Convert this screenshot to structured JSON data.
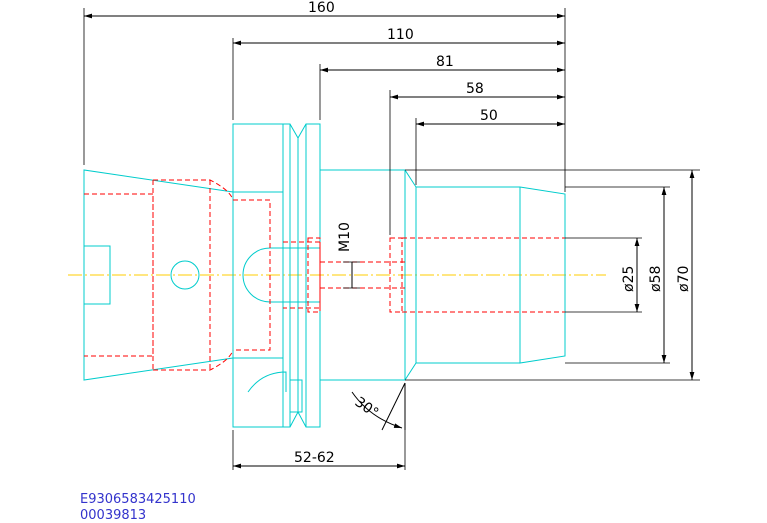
{
  "dimensions": {
    "overall_length": "160",
    "length_110": "110",
    "length_81": "81",
    "length_58": "58",
    "length_50": "50",
    "dia_25": "ø25",
    "dia_58": "ø58",
    "dia_70": "ø70",
    "thread": "M10",
    "angle": "30°",
    "range": "52-62"
  },
  "codes": {
    "part_number": "E9306583425110",
    "serial": "00039813"
  },
  "colors": {
    "outline": "#00cccc",
    "hidden_lines": "#ff0000",
    "centerline": "#ffcc00",
    "dimensions": "#000000",
    "code_text": "#3333cc"
  }
}
